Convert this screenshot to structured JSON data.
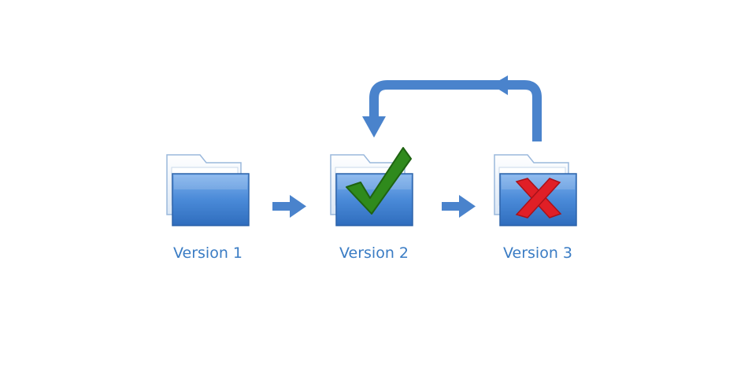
{
  "diagram": {
    "nodes": [
      {
        "label": "Version 1",
        "status": "none"
      },
      {
        "label": "Version 2",
        "status": "approved",
        "status_icon": "checkmark-icon"
      },
      {
        "label": "Version 3",
        "status": "rejected",
        "status_icon": "x-mark-icon"
      }
    ],
    "edges": [
      {
        "from": "Version 1",
        "to": "Version 2"
      },
      {
        "from": "Version 2",
        "to": "Version 3"
      },
      {
        "from": "Version 3",
        "to": "Version 2",
        "kind": "revert"
      }
    ]
  },
  "colors": {
    "folder_blue": "#3d7fd0",
    "folder_blue_light": "#7fb1ec",
    "arrow_blue": "#4a83cc",
    "label_blue": "#3a7cc4",
    "check_green": "#2f8a1c",
    "x_red": "#e01f26"
  }
}
